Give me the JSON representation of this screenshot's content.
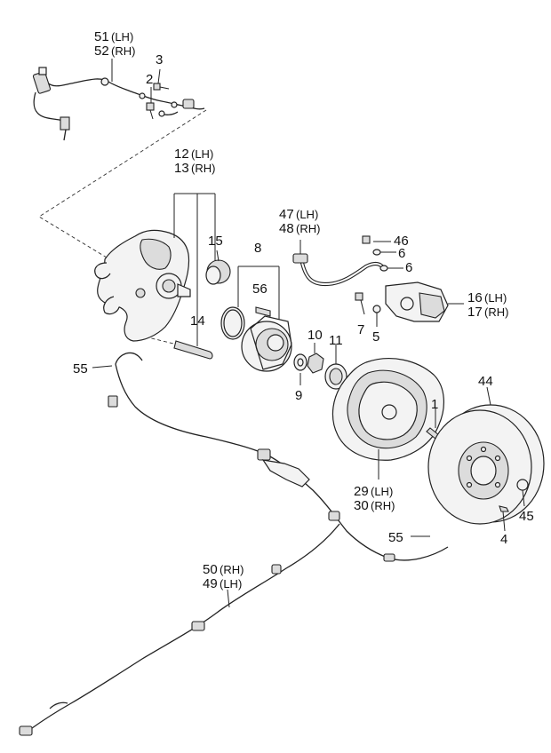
{
  "diagram": {
    "callouts": [
      {
        "id": "c51",
        "lines": [
          "51",
          "52"
        ],
        "suffixes": [
          "(LH)",
          "(RH)"
        ]
      },
      {
        "id": "c3",
        "lines": [
          "3"
        ]
      },
      {
        "id": "c2",
        "lines": [
          "2"
        ]
      },
      {
        "id": "c12",
        "lines": [
          "12",
          "13"
        ],
        "suffixes": [
          "(LH)",
          "(RH)"
        ]
      },
      {
        "id": "c15",
        "lines": [
          "15"
        ]
      },
      {
        "id": "c8",
        "lines": [
          "8"
        ]
      },
      {
        "id": "c56",
        "lines": [
          "56"
        ]
      },
      {
        "id": "c47",
        "lines": [
          "47",
          "48"
        ],
        "suffixes": [
          "(LH)",
          "(RH)"
        ]
      },
      {
        "id": "c46",
        "lines": [
          "46"
        ]
      },
      {
        "id": "c6a",
        "lines": [
          "6"
        ]
      },
      {
        "id": "c6b",
        "lines": [
          "6"
        ]
      },
      {
        "id": "c16",
        "lines": [
          "16",
          "17"
        ],
        "suffixes": [
          "(LH)",
          "(RH)"
        ]
      },
      {
        "id": "c7",
        "lines": [
          "7"
        ]
      },
      {
        "id": "c5",
        "lines": [
          "5"
        ]
      },
      {
        "id": "c14",
        "lines": [
          "14"
        ]
      },
      {
        "id": "c10",
        "lines": [
          "10"
        ]
      },
      {
        "id": "c11",
        "lines": [
          "11"
        ]
      },
      {
        "id": "c9",
        "lines": [
          "9"
        ]
      },
      {
        "id": "c55a",
        "lines": [
          "55"
        ]
      },
      {
        "id": "c1",
        "lines": [
          "1"
        ]
      },
      {
        "id": "c44",
        "lines": [
          "44"
        ]
      },
      {
        "id": "c29",
        "lines": [
          "29",
          "30"
        ],
        "suffixes": [
          "(LH)",
          "(RH)"
        ]
      },
      {
        "id": "c45",
        "lines": [
          "45"
        ]
      },
      {
        "id": "c4",
        "lines": [
          "4"
        ]
      },
      {
        "id": "c55b",
        "lines": [
          "55"
        ]
      },
      {
        "id": "c50",
        "lines": [
          "50",
          "49"
        ],
        "suffixes": [
          "(RH)",
          "(LH)"
        ]
      }
    ]
  }
}
